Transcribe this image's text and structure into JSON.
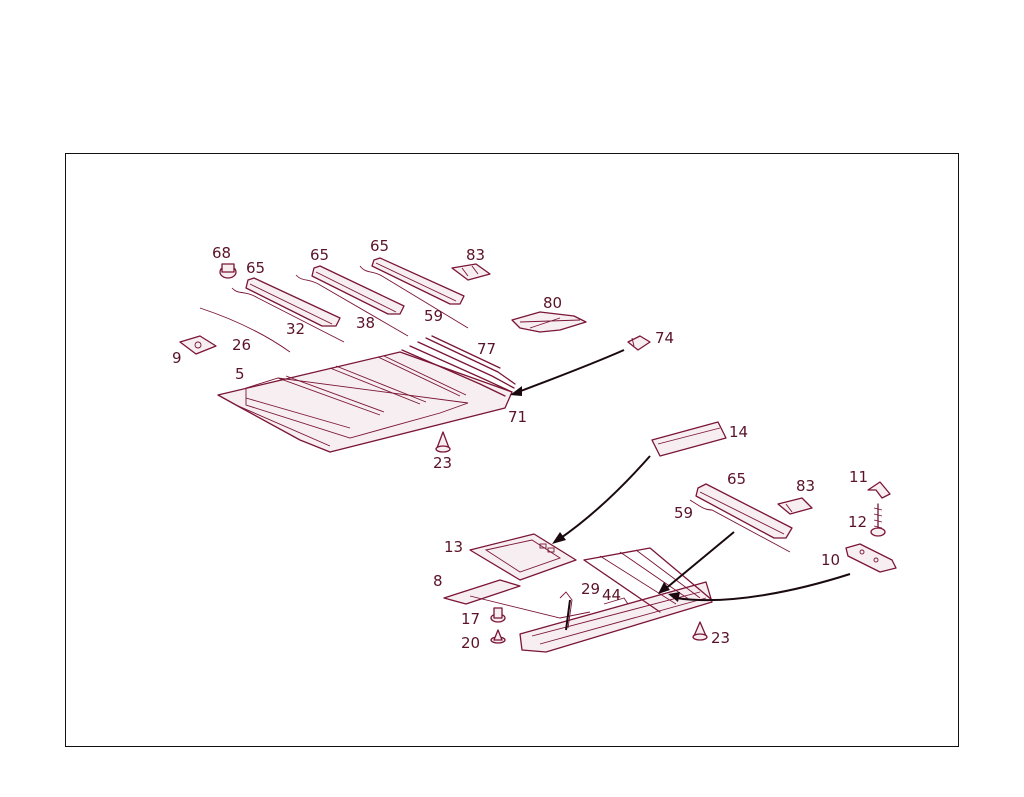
{
  "colors": {
    "line": "#7a1535",
    "label": "#5a1328",
    "frame": "#111111",
    "arrow": "#1a0a10"
  },
  "callouts": {
    "c68": "68",
    "c65a": "65",
    "c65b": "65",
    "c65c": "65",
    "c83a": "83",
    "c80": "80",
    "c74": "74",
    "c77": "77",
    "c71": "71",
    "c32": "32",
    "c38": "38",
    "c59a": "59",
    "c26": "26",
    "c9": "9",
    "c5": "5",
    "c23a": "23",
    "c14": "14",
    "c11": "11",
    "c65d": "65",
    "c83b": "83",
    "c59b": "59",
    "c12": "12",
    "c10": "10",
    "c13": "13",
    "c8": "8",
    "c29": "29",
    "c44": "44",
    "c17": "17",
    "c20": "20",
    "c23b": "23"
  }
}
